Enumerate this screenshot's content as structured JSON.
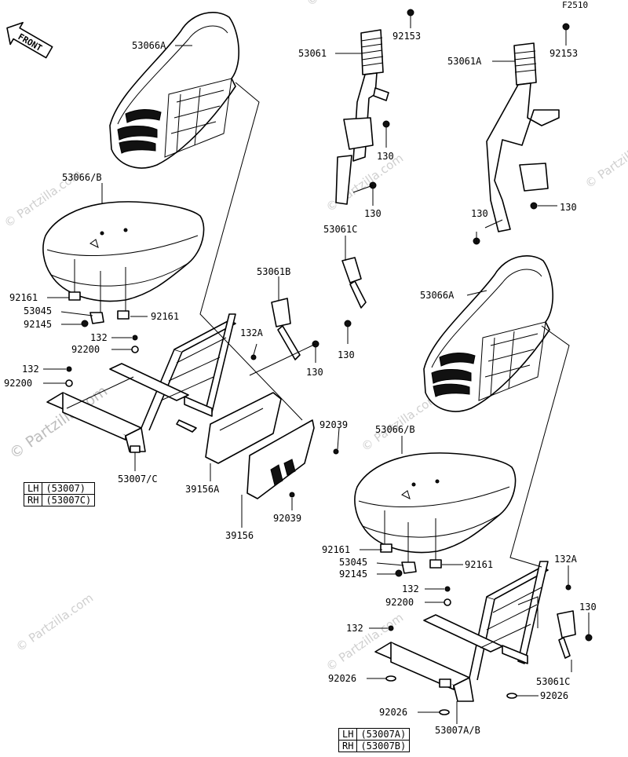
{
  "figure_code": "F2510",
  "front_badge": "FRONT",
  "watermark": "© Partzilla.com",
  "labels": {
    "l53066A_top": "53066A",
    "l53061": "53061",
    "l92153_a": "92153",
    "l53061A": "53061A",
    "l92153_b": "92153",
    "l130_a": "130",
    "l130_b": "130",
    "l53066B_top": "53066/B",
    "l130_c": "130",
    "l130_d": "130",
    "l53061C_top": "53061C",
    "l53061B": "53061B",
    "l53066A_right": "53066A",
    "l92161_a": "92161",
    "l53045_a": "53045",
    "l92145_a": "92145",
    "l92161_b": "92161",
    "l132A_a": "132A",
    "l132_a": "132",
    "l92200_a": "92200",
    "l130_e": "130",
    "l130_f": "130",
    "l132_b": "132",
    "l92200_b": "92200",
    "l92039_a": "92039",
    "l53066B_right": "53066/B",
    "l53007C": "53007/C",
    "l39156A": "39156A",
    "l92039_b": "92039",
    "l39156": "39156",
    "l92161_c": "92161",
    "l53045_b": "53045",
    "l92161_d": "92161",
    "l92145_b": "92145",
    "l132A_b": "132A",
    "l132_c": "132",
    "l92200_c": "92200",
    "l130_g": "130",
    "l132_d": "132",
    "l92026_a": "92026",
    "l53061C_bot": "53061C",
    "l92026_b": "92026",
    "l92026_c": "92026",
    "l53007AB": "53007A/B"
  },
  "legend_left": [
    {
      "side": "LH",
      "part": "(53007)"
    },
    {
      "side": "RH",
      "part": "(53007C)"
    }
  ],
  "legend_right": [
    {
      "side": "LH",
      "part": "(53007A)"
    },
    {
      "side": "RH",
      "part": "(53007B)"
    }
  ]
}
